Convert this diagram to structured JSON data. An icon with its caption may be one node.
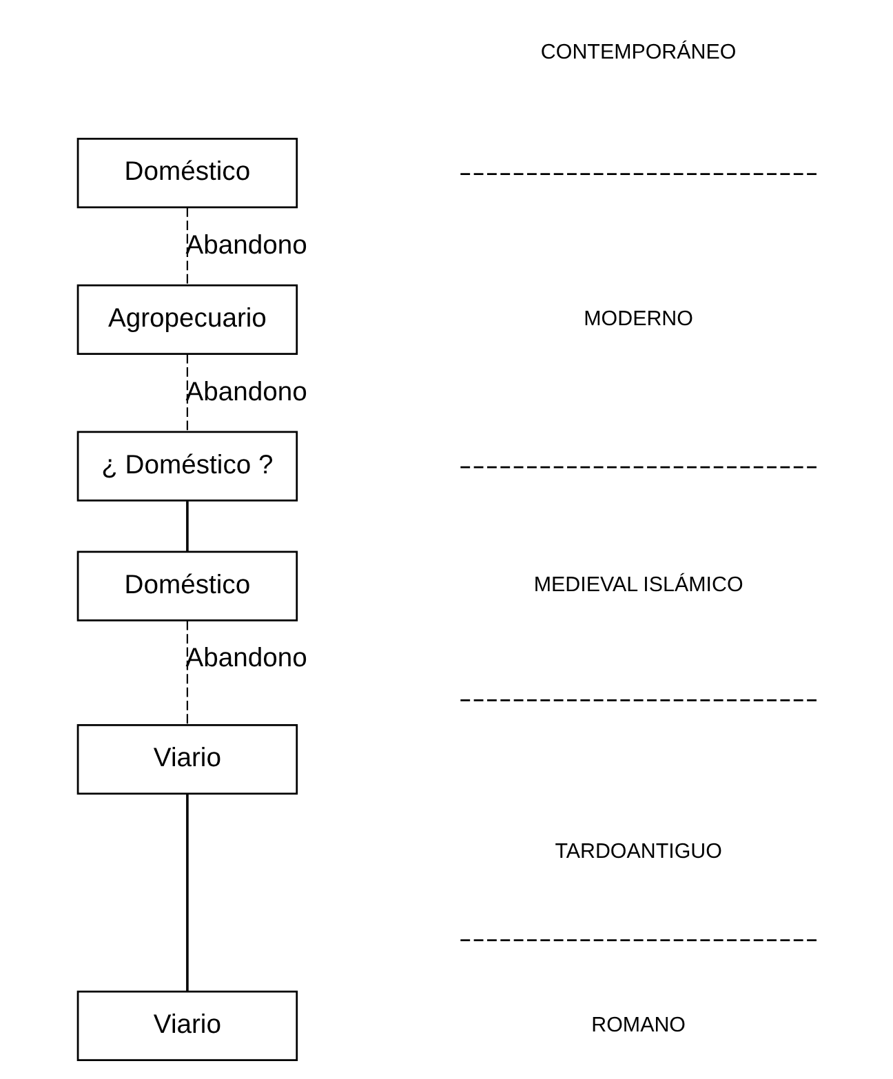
{
  "diagram": {
    "nodes": [
      {
        "text": [
          "Doméstico"
        ]
      },
      {
        "text": [
          "Agropecuario"
        ]
      },
      {
        "text": [
          "¿ Doméstico ?"
        ]
      },
      {
        "text": [
          "Doméstico"
        ]
      },
      {
        "text": [
          "Viario"
        ]
      },
      {
        "text": [
          "Viario"
        ]
      }
    ],
    "edges": [
      {
        "from": 0,
        "to": 1,
        "arrow": "none",
        "label": "Abandono",
        "style": "dashed"
      },
      {
        "from": 1,
        "to": 2,
        "arrow": "none",
        "label": "Abandono",
        "style": "dashed"
      },
      {
        "from": 2,
        "to": 3,
        "arrow": "none"
      },
      {
        "from": 3,
        "to": 4,
        "arrow": "none",
        "label": "Abandono",
        "style": "dashed"
      },
      {
        "from": 4,
        "to": 5,
        "arrow": "none"
      }
    ],
    "labels": [
      "CONTEMPORÁNEO",
      "MODERNO",
      "MEDIEVAL ISLÁMICO",
      "TARDOANTIGUO",
      "ROMANO"
    ]
  }
}
